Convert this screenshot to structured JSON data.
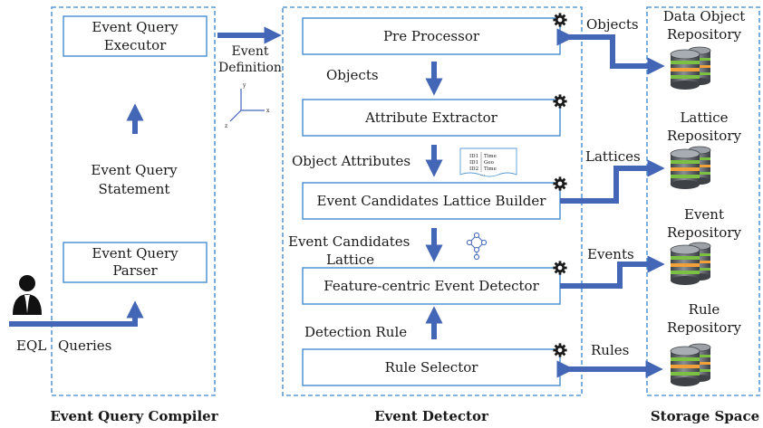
{
  "panels": {
    "compiler": {
      "label": "Event Query Compiler"
    },
    "detector": {
      "label": "Event Detector"
    },
    "storage": {
      "label": "Storage Space"
    }
  },
  "compiler": {
    "executor": {
      "line1": "Event Query",
      "line2": "Executor"
    },
    "statement": {
      "line1": "Event Query",
      "line2": "Statement"
    },
    "parser": {
      "line1": "Event Query",
      "line2": "Parser"
    },
    "input_left": "EQL",
    "input_right": "Queries"
  },
  "flow": {
    "event_definition": {
      "line1": "Event",
      "line2": "Definition"
    },
    "axes": {
      "x": "x",
      "y": "y",
      "z": "z"
    }
  },
  "detector": {
    "pre_processor": "Pre Processor",
    "attribute_extractor": "Attribute Extractor",
    "lattice_builder": "Event Candidates Lattice Builder",
    "event_detector": "Feature-centric Event Detector",
    "rule_selector": "Rule Selector",
    "edge_objects": "Objects",
    "edge_object_attributes": "Object Attributes",
    "edge_candidates": {
      "line1": "Event Candidates",
      "line2": "Lattice"
    },
    "edge_detection_rule": "Detection Rule",
    "table_rows": [
      [
        "ID1",
        "Time"
      ],
      [
        "ID1",
        "Geo"
      ],
      [
        "ID2",
        "Time"
      ],
      [
        "...",
        ""
      ]
    ]
  },
  "connections": {
    "objects": "Objects",
    "lattices": "Lattices",
    "events": "Events",
    "rules": "Rules"
  },
  "storage": {
    "data_object": {
      "line1": "Data Object",
      "line2": "Repository"
    },
    "lattice": {
      "line1": "Lattice",
      "line2": "Repository"
    },
    "event": {
      "line1": "Event",
      "line2": "Repository"
    },
    "rule": {
      "line1": "Rule",
      "line2": "Repository"
    }
  },
  "colors": {
    "arrow": "#4466b6",
    "dashed_border": "#5b9bd5",
    "box_border": "#5b9bd5",
    "db_stripe_green": "#7cc043",
    "db_stripe_orange": "#f0a13a",
    "db_body": "#5a5e63"
  }
}
